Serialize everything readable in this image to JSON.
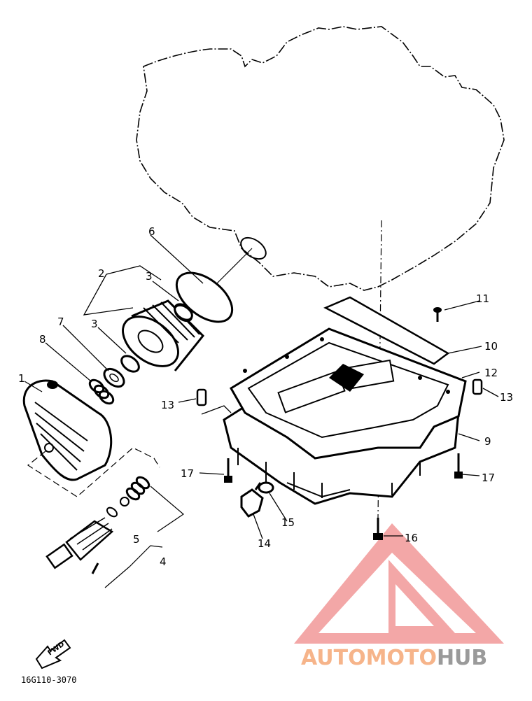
{
  "callouts": {
    "c1": "1",
    "c2": "2",
    "c3a": "3",
    "c3b": "3",
    "c4": "4",
    "c5": "5",
    "c6": "6",
    "c7": "7",
    "c8": "8",
    "c9": "9",
    "c10": "10",
    "c11": "11",
    "c12": "12",
    "c13a": "13",
    "c13b": "13",
    "c14": "14",
    "c15": "15",
    "c16": "16",
    "c17a": "17",
    "c17b": "17"
  },
  "figure_code": "16G110-3070",
  "forward_marker": "FWD",
  "watermark": {
    "part1": "AUTOMOTO",
    "part2": "HUB",
    "color_primary": "#f6b48a",
    "color_secondary": "#9a9a9a",
    "logo_color": "#f08a8a"
  }
}
